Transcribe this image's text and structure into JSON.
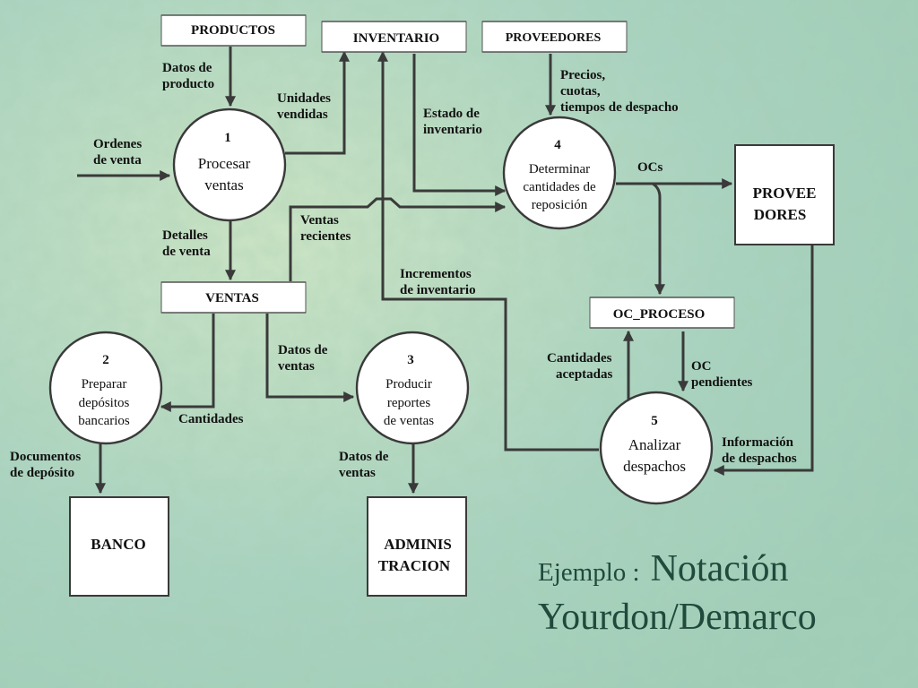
{
  "stores": {
    "productos": "PRODUCTOS",
    "inventario": "INVENTARIO",
    "proveedores": "PROVEEDORES",
    "ventas": "VENTAS",
    "oc_proceso": "OC_PROCESO"
  },
  "processes": [
    {
      "num": "1",
      "lines": [
        "Procesar",
        "ventas"
      ]
    },
    {
      "num": "2",
      "lines": [
        "Preparar",
        "depósitos",
        "bancarios"
      ]
    },
    {
      "num": "3",
      "lines": [
        "Producir",
        "reportes",
        "de ventas"
      ]
    },
    {
      "num": "4",
      "lines": [
        "Determinar",
        "cantidades de",
        "reposición"
      ]
    },
    {
      "num": "5",
      "lines": [
        "Analizar",
        "despachos"
      ]
    }
  ],
  "entities": {
    "proveedores": [
      "PROVEE",
      "DORES"
    ],
    "banco": [
      "BANCO"
    ],
    "administracion": [
      "ADMINIS",
      "TRACION"
    ]
  },
  "flows": {
    "datos_producto": [
      "Datos de",
      "producto"
    ],
    "ordenes_venta": [
      "Ordenes",
      "de venta"
    ],
    "unidades_vendidas": [
      "Unidades",
      "vendidas"
    ],
    "estado_inventario": [
      "Estado de",
      "inventario"
    ],
    "precios": [
      "Precios,",
      "cuotas,",
      "tiempos de despacho"
    ],
    "ocs": [
      "OCs"
    ],
    "ventas_recientes": [
      "Ventas",
      "recientes"
    ],
    "detalles_venta": [
      "Detalles",
      "de venta"
    ],
    "incrementos": [
      "Incrementos",
      "de inventario"
    ],
    "datos_ventas_1": [
      "Datos de",
      "ventas"
    ],
    "cantidades": [
      "Cantidades"
    ],
    "documentos": [
      "Documentos",
      "de depósito"
    ],
    "datos_ventas_2": [
      "Datos de",
      "ventas"
    ],
    "cantidades_aceptadas": [
      "Cantidades",
      "aceptadas"
    ],
    "oc_pendientes": [
      "OC",
      "pendientes"
    ],
    "informacion": [
      "Información",
      "de despachos"
    ]
  },
  "title": {
    "line1_small": "Ejemplo :",
    "line1_large": "Notación",
    "line2": "Yourdon/Demarco"
  }
}
